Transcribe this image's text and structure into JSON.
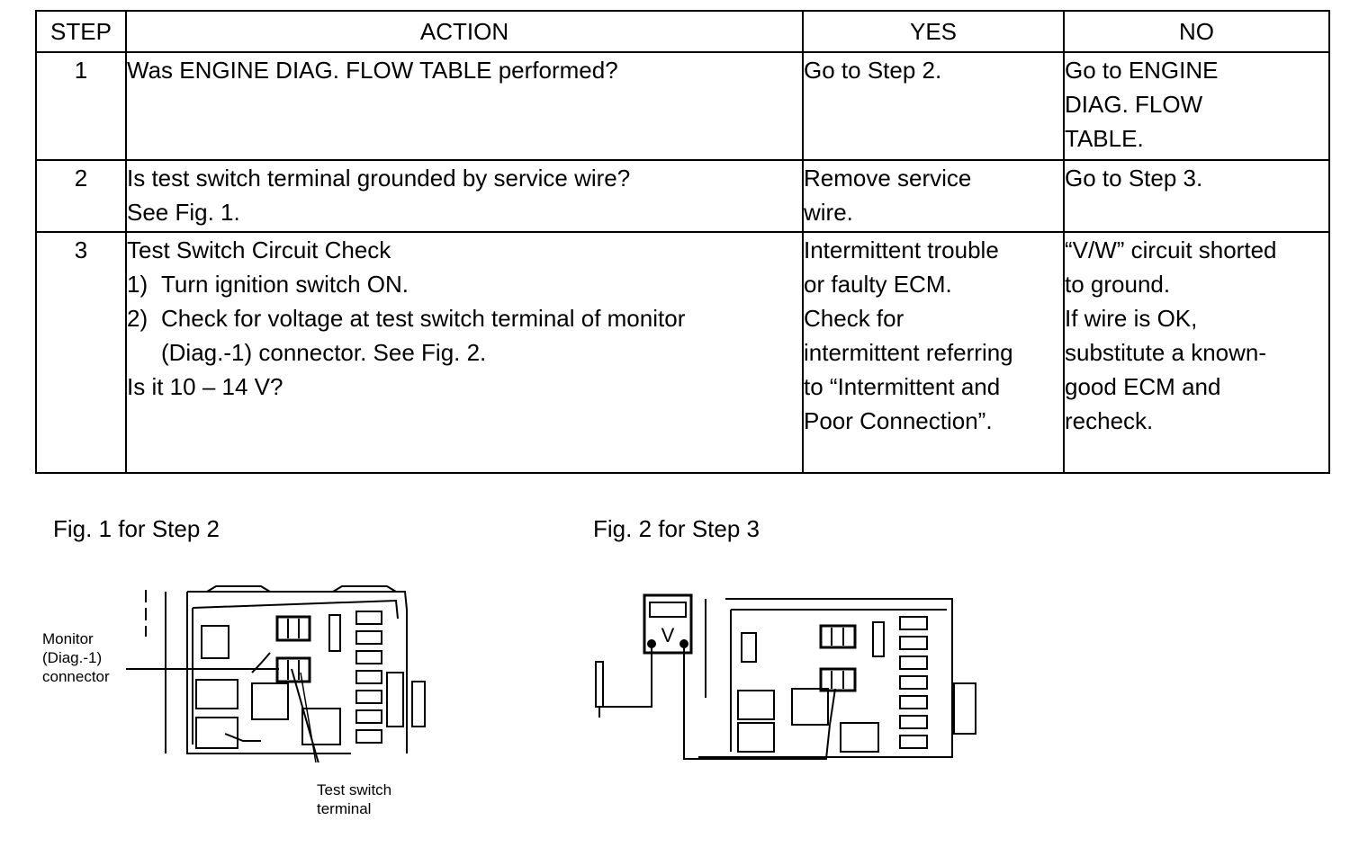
{
  "table": {
    "headers": [
      "STEP",
      "ACTION",
      "YES",
      "NO"
    ],
    "rows": [
      {
        "step": "1",
        "action": [
          "Was ENGINE DIAG. FLOW TABLE performed?"
        ],
        "yes": [
          "Go to Step 2."
        ],
        "no": [
          "Go to ENGINE",
          "DIAG. FLOW",
          "TABLE."
        ]
      },
      {
        "step": "2",
        "action": [
          "Is test switch terminal grounded by service wire?",
          "See Fig. 1."
        ],
        "yes": [
          "Remove service",
          "wire."
        ],
        "no": [
          "Go to Step 3."
        ]
      },
      {
        "step": "3",
        "action_title": "Test Switch Circuit Check",
        "action_steps": [
          {
            "num": "1)",
            "text": "Turn ignition switch ON."
          },
          {
            "num": "2)",
            "text": "Check for voltage at test switch terminal of monitor",
            "text2": "(Diag.-1) connector. See Fig. 2."
          }
        ],
        "action_question": "Is it 10 – 14 V?",
        "yes": [
          "Intermittent trouble",
          "or faulty ECM.",
          "Check for",
          "intermittent referring",
          "to “Intermittent and",
          "Poor Connection”."
        ],
        "no": [
          "“V/W” circuit shorted",
          "to ground.",
          "If wire is OK,",
          "substitute a known-",
          "good ECM and",
          "recheck."
        ]
      }
    ]
  },
  "figures": {
    "fig1": {
      "caption": "Fig. 1 for Step 2",
      "label_connector": [
        "Monitor",
        "(Diag.-1)",
        "connector"
      ],
      "label_terminal": [
        "Test switch",
        "terminal"
      ],
      "icon": "fuse-box-diagram-icon"
    },
    "fig2": {
      "caption": "Fig. 2 for Step 3",
      "meter_symbol": "V",
      "icon": "voltmeter-diagram-icon"
    }
  }
}
